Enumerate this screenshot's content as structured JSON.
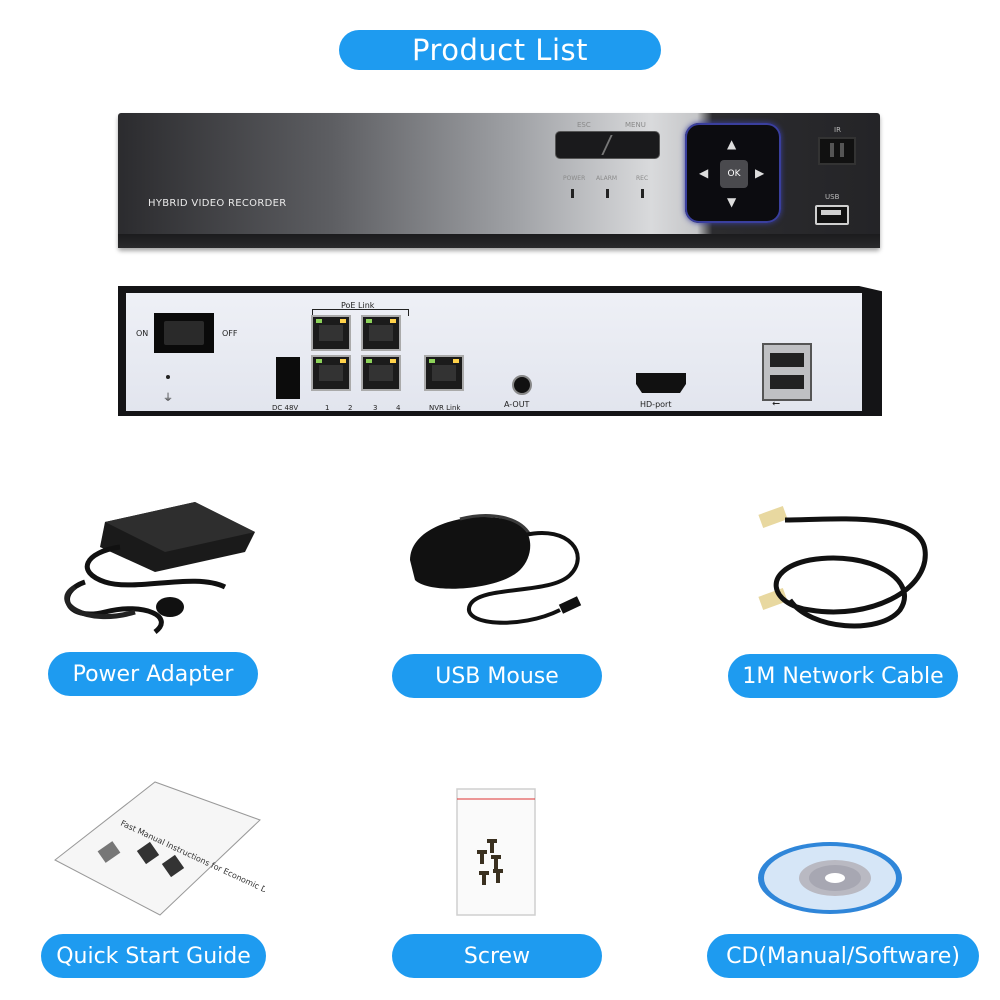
{
  "title": "Product List",
  "front_panel": {
    "label": "HYBRID VIDEO RECORDER",
    "buttons": [
      "ESC",
      "MENU"
    ],
    "leds": [
      "POWER",
      "ALARM",
      "REC"
    ],
    "ok_label": "OK",
    "ir_label": "IR",
    "usb_label": "USB"
  },
  "rear_panel": {
    "switch_on": "ON",
    "switch_off": "OFF",
    "poe_label": "PoE Link",
    "dc_label": "DC 48V",
    "port_numbers": [
      "1",
      "2",
      "3",
      "4"
    ],
    "nvr_label": "NVR Link",
    "aout_label": "A-OUT",
    "hdmi_label": "HD-port"
  },
  "items": [
    {
      "label": "Power Adapter",
      "icon": "power-adapter"
    },
    {
      "label": "USB Mouse",
      "icon": "usb-mouse"
    },
    {
      "label": "1M Network Cable",
      "icon": "network-cable"
    },
    {
      "label": "Quick Start Guide",
      "icon": "quick-start-guide"
    },
    {
      "label": "Screw",
      "icon": "screw"
    },
    {
      "label": "CD(Manual/Software)",
      "icon": "cd"
    }
  ],
  "guide_text": "Fast Manual Instructions for Economic DVR",
  "colors": {
    "accent": "#1e9bf0",
    "device_dark": "#2b2b2e"
  }
}
